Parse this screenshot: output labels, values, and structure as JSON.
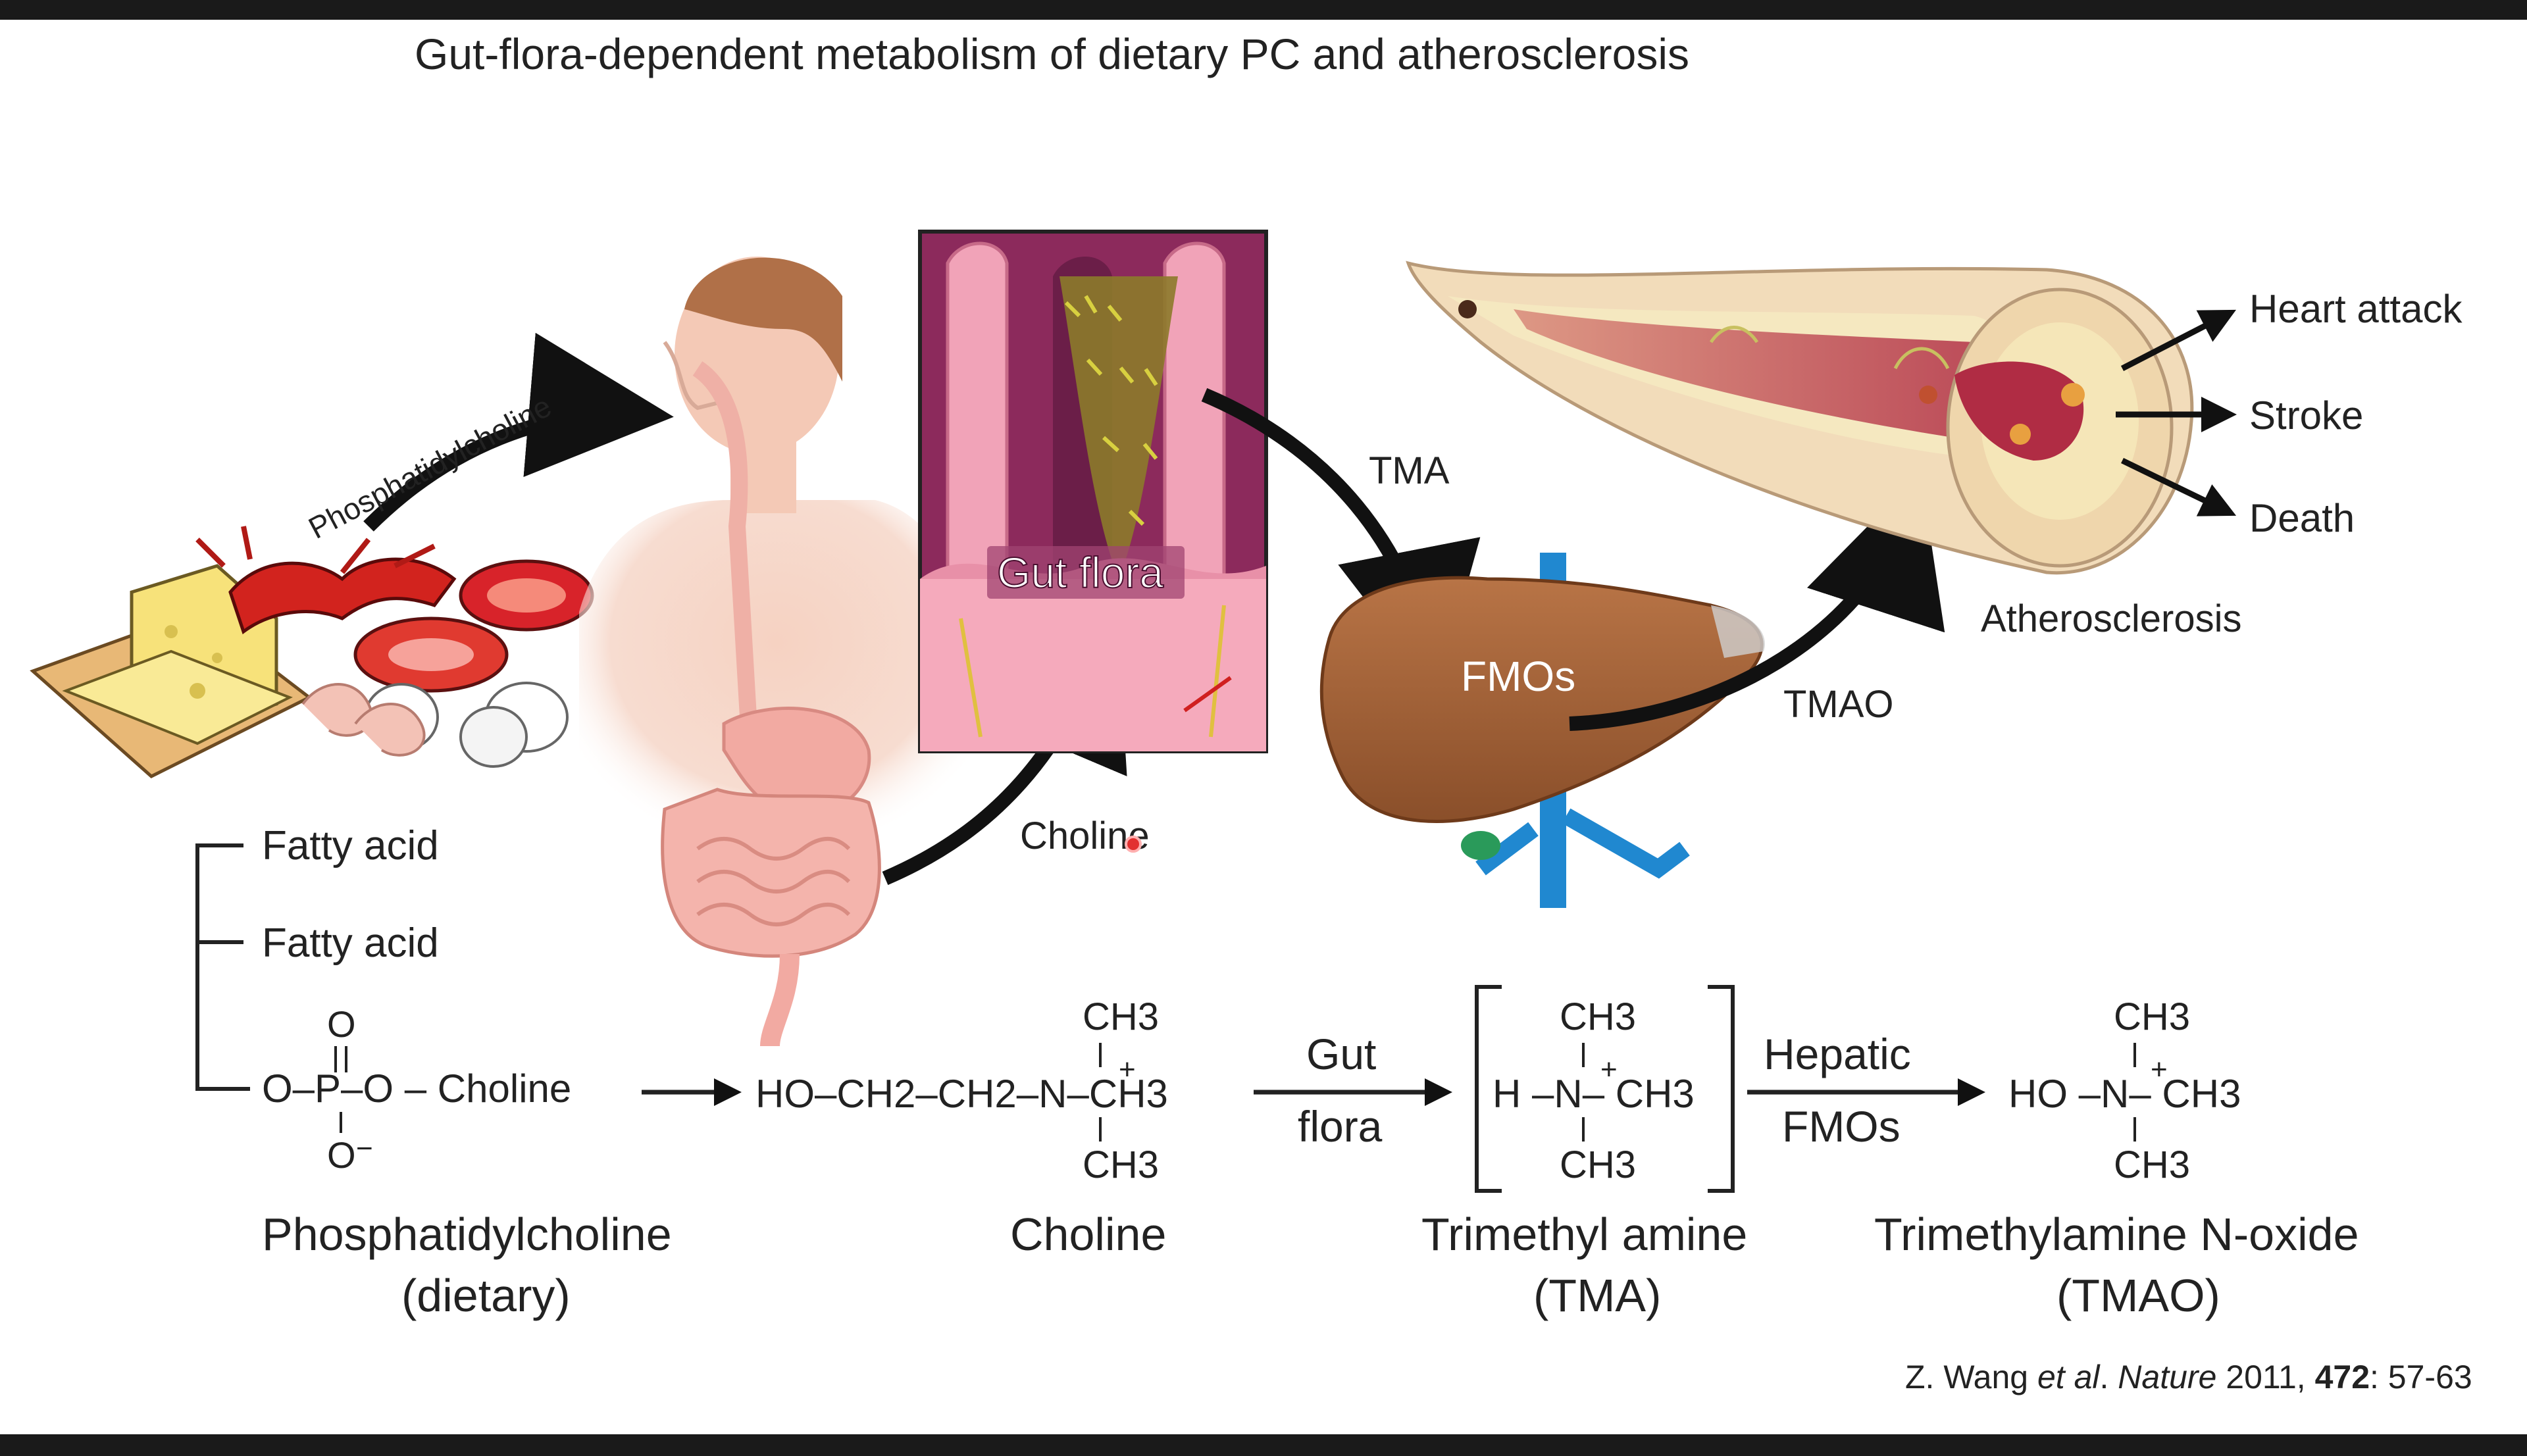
{
  "title": "Gut-flora-dependent metabolism of dietary PC and atherosclerosis",
  "illustration": {
    "food_arrow_label": "Phosphatidylcholine",
    "gut_flora_label": "Gut flora",
    "tma_label": "TMA",
    "fmos_label": "FMOs",
    "tmao_label": "TMAO",
    "choline_label": "Choline",
    "outcomes": [
      "Heart attack",
      "Stroke",
      "Death"
    ],
    "artery_label": "Atherosclerosis"
  },
  "pathway": {
    "fatty_acid_1": "Fatty acid",
    "fatty_acid_2": "Fatty acid",
    "pc": {
      "o_double": "O",
      "phosphate_chain": "O–P–O – Choline",
      "o_minus": "O",
      "name_1": "Phosphatidylcholine",
      "name_2": "(dietary)"
    },
    "choline": {
      "chain": "HO–CH2–CH2–N–CH3",
      "ch3_top": "CH3",
      "ch3_bottom": "CH3",
      "name": "Choline"
    },
    "step1": {
      "line1": "Gut",
      "line2": "flora"
    },
    "tma": {
      "core": "H –N– CH3",
      "ch3_top": "CH3",
      "ch3_bottom": "CH3",
      "name_1": "Trimethyl amine",
      "name_2": "(TMA)"
    },
    "step2": {
      "line1": "Hepatic",
      "line2": "FMOs"
    },
    "tmao": {
      "core": "HO –N– CH3",
      "ch3_top": "CH3",
      "ch3_bottom": "CH3",
      "name_1": "Trimethylamine N-oxide",
      "name_2": "(TMAO)"
    }
  },
  "citation": {
    "authors": "Z. Wang ",
    "etal": "et al",
    "dot": ". ",
    "journal": "Nature",
    "year": " 2011, ",
    "volume": "472",
    "pages": ": 57-63"
  },
  "colors": {
    "skin": "#f4c7b4",
    "intestine": "#f0a8a0",
    "liver": "#a8643a",
    "artery_outer": "#f0d8b8",
    "artery_lumen": "#c24a4a",
    "flora_bg": "#a0306a",
    "arrow": "#111111"
  }
}
